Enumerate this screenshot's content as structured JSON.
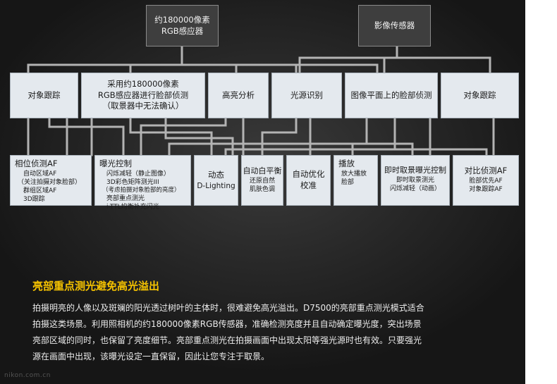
{
  "colors": {
    "panel_bg": "#262626",
    "box_bg": "#e4e9ee",
    "box_dark_bg": "#3e3e3e",
    "wire": "#b3b3b3",
    "headline": "#f5c200",
    "text": "#ececec"
  },
  "top_nodes": [
    {
      "id": "sensor",
      "lines": [
        "约180000像素",
        "RGB感应器"
      ]
    },
    {
      "id": "image-sensor",
      "lines": [
        "影像传感器"
      ]
    }
  ],
  "mid_nodes": [
    {
      "id": "m1",
      "lines": [
        "对象跟踪"
      ]
    },
    {
      "id": "m2",
      "lines": [
        "采用约180000像素",
        "RGB感应器进行脸部侦测",
        "（取景器中无法确认）"
      ]
    },
    {
      "id": "m3",
      "lines": [
        "高亮分析"
      ]
    },
    {
      "id": "m4",
      "lines": [
        "光源识别"
      ]
    },
    {
      "id": "m5",
      "lines": [
        "图像平面上的脸部侦测"
      ]
    },
    {
      "id": "m6",
      "lines": [
        "对象跟踪"
      ]
    }
  ],
  "bottom_nodes": [
    {
      "id": "b1",
      "title": "相位侦测AF",
      "items": [
        "自动区域AF",
        "（关注拍摄对象脸部）",
        "群组区域AF",
        "3D跟踪"
      ]
    },
    {
      "id": "b2",
      "title": "曝光控制",
      "items": [
        "闪烁减轻（静止图像）",
        "3D彩色矩阵测光III",
        "（考虑拍摄对象脸部的亮度）",
        "亮部重点测光",
        "i-TTL均衡补充闪光"
      ]
    },
    {
      "id": "b3",
      "title": "动态",
      "items": [
        "D-Lighting"
      ]
    },
    {
      "id": "b4",
      "title": "自动白平衡",
      "items": [
        "还原自然",
        "肌肤色调"
      ]
    },
    {
      "id": "b5",
      "title": "自动优化",
      "items": [
        "校准"
      ]
    },
    {
      "id": "b6",
      "title": "播放",
      "items": [
        "放大播放",
        "脸部"
      ]
    },
    {
      "id": "b7",
      "title": "即时取景曝光控制",
      "items": [
        "即时取景测光",
        "闪烁减轻（动画）"
      ]
    },
    {
      "id": "b8",
      "title": "对比侦测AF",
      "items": [
        "脸部优先AF",
        "对象跟踪AF"
      ]
    }
  ],
  "article": {
    "headline": "亮部重点测光避免高光溢出",
    "body_lines": [
      "拍摄明亮的人像以及斑斓的阳光透过树叶的主体时，很难避免高光溢出。D7500的亮部重点测光模式适合",
      "拍摄这类场景。利用照相机的约180000像素RGB传感器，准确检测亮度并且自动确定曝光度，突出场景",
      "亮部区域的同时，也保留了亮度细节。亮部重点测光在拍摄画面中出现太阳等强光源时也有效。只要强光",
      "源在画面中出现，该曝光设定一直保留，因此让您专注于取景。"
    ]
  },
  "watermark": "nikon.com.cn"
}
